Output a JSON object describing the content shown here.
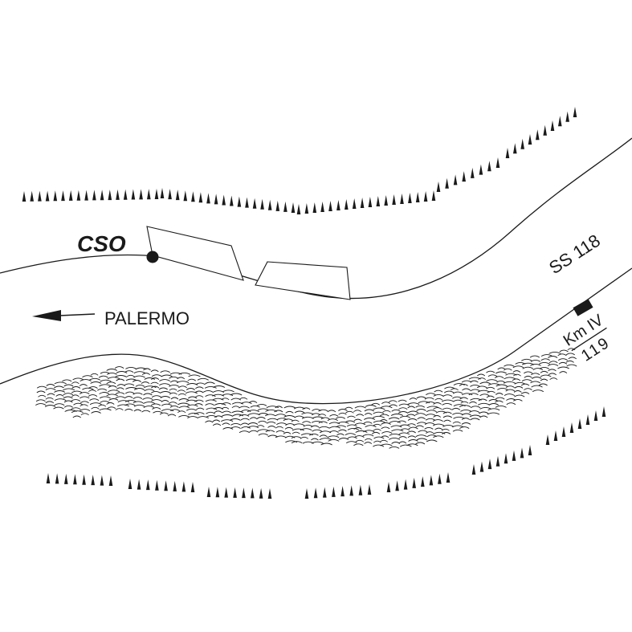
{
  "labels": {
    "station": "CSO",
    "direction": "PALERMO",
    "road": "SS 118",
    "km_marker_top": "Km IV",
    "km_marker_bottom": "119"
  },
  "icons": {
    "station_marker": "filled-circle",
    "km_marker": "filled-rectangle",
    "direction_arrow": "arrow-left",
    "slope": "tick-hachure",
    "scarp": "wavy-hachure"
  },
  "colors": {
    "ink": "#1a1a1a",
    "background": "#ffffff"
  }
}
